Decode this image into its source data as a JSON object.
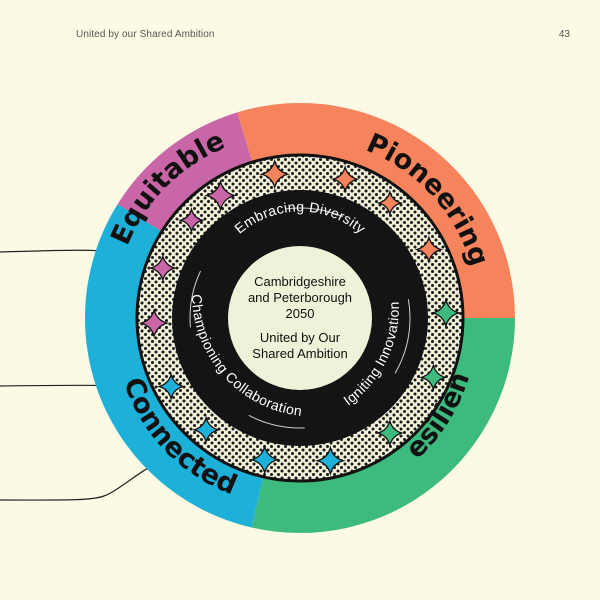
{
  "header": {
    "title": "United by our Shared Ambition",
    "page_number": "43"
  },
  "segments": [
    {
      "label": "Pioneering",
      "color": "#f5845c"
    },
    {
      "label": "Resilient",
      "color": "#3dba7d"
    },
    {
      "label": "Connected",
      "color": "#1db0d8"
    },
    {
      "label": "Equitable",
      "color": "#c866a8"
    }
  ],
  "ring_labels": {
    "top": "Embracing Diversity",
    "right": "Igniting Innovation",
    "bottom": "Championing Collaboration"
  },
  "center": {
    "line1": "Cambridgeshire",
    "line2": "and Peterborough",
    "line3": "2050",
    "line4": "United by Our",
    "line5": "Shared Ambition"
  },
  "colors": {
    "background": "#fcfae4",
    "dark_ring": "#141414",
    "center_fill": "#eef2d9",
    "dotted_ring_fill": "#f0efd8"
  },
  "stars": [
    {
      "color": "#c866a8"
    },
    {
      "color": "#f5845c"
    },
    {
      "color": "#f5845c"
    },
    {
      "color": "#f5845c"
    },
    {
      "color": "#f5845c"
    },
    {
      "color": "#3dba7d"
    },
    {
      "color": "#3dba7d"
    },
    {
      "color": "#3dba7d"
    },
    {
      "color": "#1db0d8"
    },
    {
      "color": "#1db0d8"
    },
    {
      "color": "#1db0d8"
    },
    {
      "color": "#1db0d8"
    },
    {
      "color": "#c866a8"
    },
    {
      "color": "#c866a8"
    },
    {
      "color": "#c866a8"
    }
  ]
}
